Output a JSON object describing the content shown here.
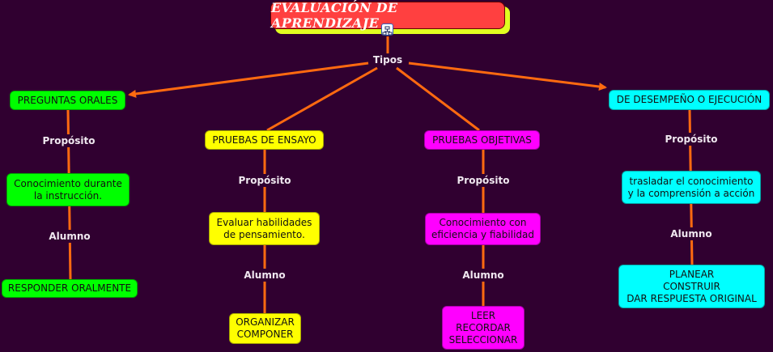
{
  "colors": {
    "background": "#300030",
    "link": "#ff6a10",
    "green": "#00ff00",
    "yellow": "#ffff00",
    "magenta": "#ff00ff",
    "cyan": "#00ffff",
    "title": "#ff4040"
  },
  "title": "EVALUACIÓN DE APRENDIZAJE",
  "title_icon": "concept-map-icon",
  "root_link": "Tipos",
  "branches": [
    {
      "type": "PREGUNTAS ORALES",
      "link1": "Propósito",
      "purpose": "Conocimiento durante\nla instrucción.",
      "link2": "Alumno",
      "student": "RESPONDER ORALMENTE"
    },
    {
      "type": "PRUEBAS DE ENSAYO",
      "link1": "Propósito",
      "purpose": "Evaluar habilidades\nde pensamiento.",
      "link2": "Alumno",
      "student": "ORGANIZAR\nCOMPONER"
    },
    {
      "type": "PRUEBAS OBJETIVAS",
      "link1": "Propósito",
      "purpose": "Conocimiento con\neficiencia y fiabilidad",
      "link2": "Alumno",
      "student": "LEER\nRECORDAR\nSELECCIONAR"
    },
    {
      "type": "DE DESEMPEÑO O EJECUCIÓN",
      "link1": "Propósito",
      "purpose": "trasladar el conocimiento\ny la comprensión a acción",
      "link2": "Alumno",
      "student": "PLANEAR\nCONSTRUIR\nDAR RESPUESTA ORIGINAL"
    }
  ]
}
